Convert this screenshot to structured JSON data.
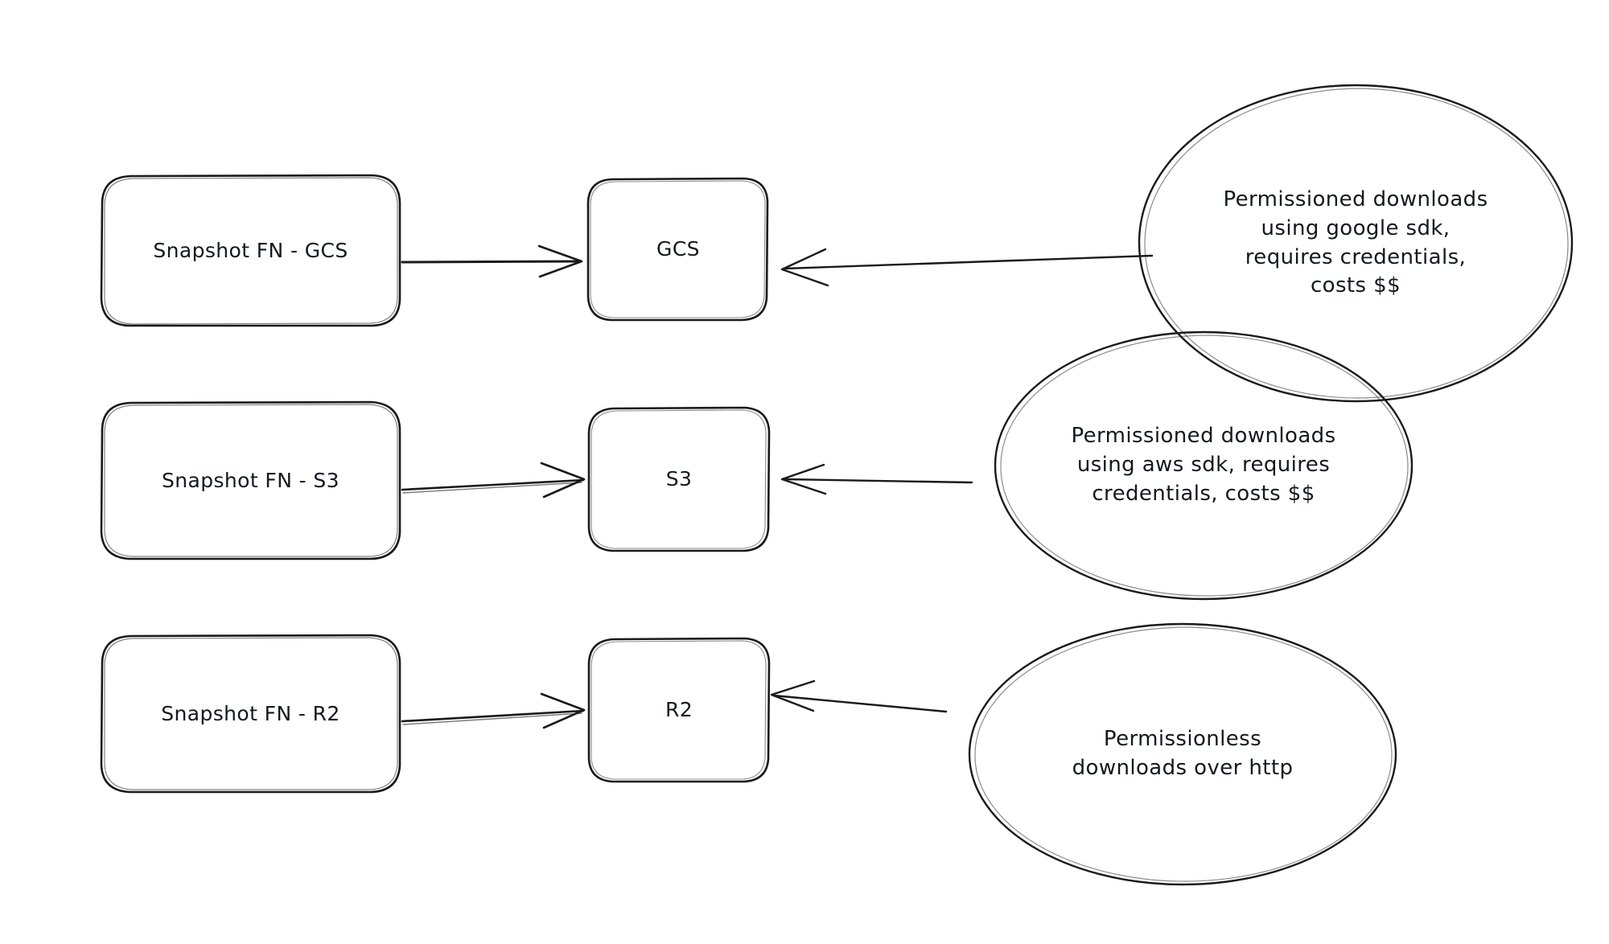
{
  "diagram": {
    "style": "hand-drawn sketch",
    "background_color": "#ffffff",
    "stroke_color": "#1a1a1a",
    "text_color": "#14181f",
    "rows": [
      {
        "source": {
          "label": "Snapshot FN - GCS"
        },
        "target": {
          "label": "GCS"
        },
        "note": {
          "lines": [
            "Permissioned downloads",
            "using google sdk,",
            "requires credentials,",
            "costs $$"
          ]
        }
      },
      {
        "source": {
          "label": "Snapshot FN - S3"
        },
        "target": {
          "label": "S3"
        },
        "note": {
          "lines": [
            "Permissioned downloads",
            "using aws sdk, requires",
            "credentials, costs $$"
          ]
        }
      },
      {
        "source": {
          "label": "Snapshot FN - R2"
        },
        "target": {
          "label": "R2"
        },
        "note": {
          "lines": [
            "Permissionless",
            "downloads over http"
          ]
        }
      }
    ]
  }
}
